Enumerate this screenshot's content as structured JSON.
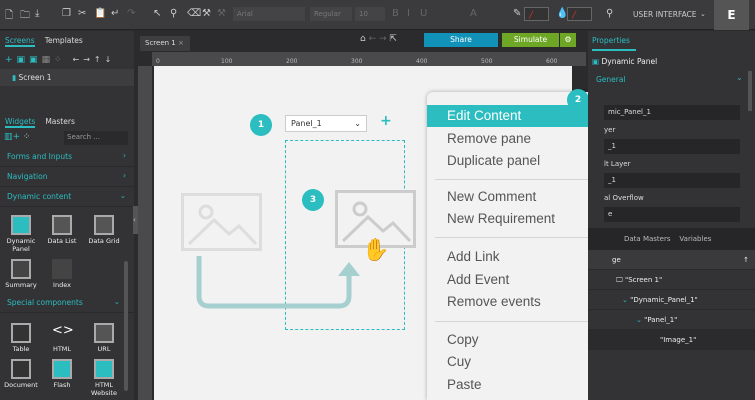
{
  "toolbar": {
    "font": "Arial",
    "style": "Regular",
    "size": "10",
    "bold": "B",
    "italic": "I",
    "underline": "U",
    "font_color": "A",
    "mode": "USER INTERFACE",
    "user_initial": "E"
  },
  "screens_panel": {
    "tabs": [
      "Screens",
      "Templates"
    ],
    "items": [
      "Screen 1"
    ]
  },
  "widgets_panel": {
    "tabs": [
      "Widgets",
      "Masters"
    ],
    "search_placeholder": "Search ...",
    "categories": [
      "Forms and Inputs",
      "Navigation",
      "Dynamic content",
      "Special components"
    ],
    "dynamic_widgets": [
      "Dynamic Panel",
      "Data List",
      "Data Grid",
      "Summary",
      "Index"
    ],
    "special_widgets": [
      "Table",
      "HTML",
      "URL",
      "Document",
      "Flash",
      "HTML Website"
    ]
  },
  "canvas": {
    "tab": "Screen 1",
    "share": "Share",
    "simulate": "Simulate",
    "ruler": [
      "0",
      "100",
      "200",
      "300",
      "400",
      "500",
      "600"
    ],
    "panel_select": "Panel_1",
    "add": "+",
    "badges": [
      "1",
      "2",
      "3"
    ]
  },
  "context_menu": {
    "groups": [
      [
        "Edit Content",
        "Remove pane",
        "Duplicate panel"
      ],
      [
        "New Comment",
        "New Requirement"
      ],
      [
        "Add Link",
        "Add Event",
        "Remove events"
      ],
      [
        "Copy",
        "Cuy",
        "Paste"
      ]
    ]
  },
  "properties": {
    "tab": "Properties",
    "widget_type": "Dynamic Panel",
    "section": "General",
    "name_value": "mic_Panel_1",
    "layer_label": "yer",
    "layer_value": "_1",
    "default_layer_label": "lt Layer",
    "default_layer_value": "_1",
    "overflow_label": "al Overflow",
    "overflow_value": "e"
  },
  "layers": {
    "tabs": [
      "Data Masters",
      "Variables"
    ],
    "header": "ge",
    "items": [
      "\"Screen 1\"",
      "\"Dynamic_Panel_1\"",
      "\"Panel_1\"",
      "\"Image_1\""
    ]
  },
  "colors": {
    "accent": "#2bbdc0",
    "share": "#1192b8",
    "simulate": "#6ea626"
  }
}
